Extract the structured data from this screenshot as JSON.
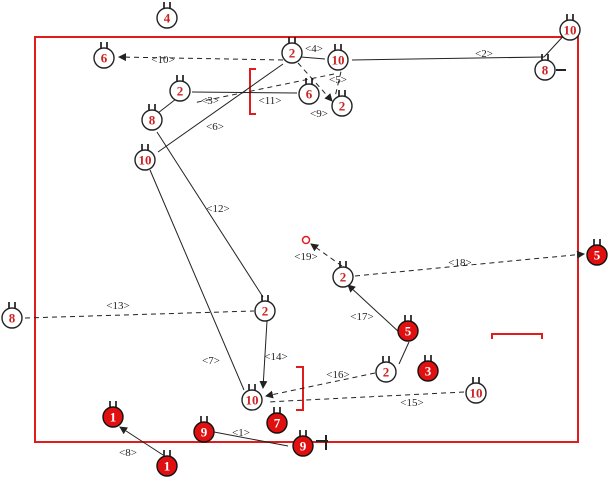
{
  "field": {
    "border_color": "#e01c1c"
  },
  "colors": {
    "line": "#222222",
    "red_player": "#e01010",
    "red_text": "#cc2222"
  },
  "players": [
    {
      "id": "p-top4",
      "n": "4",
      "style": "open"
    },
    {
      "id": "p-tl6",
      "n": "6",
      "style": "open"
    },
    {
      "id": "p-top2",
      "n": "2",
      "style": "open"
    },
    {
      "id": "p-top10",
      "n": "10",
      "style": "open"
    },
    {
      "id": "p-r10",
      "n": "10",
      "style": "open"
    },
    {
      "id": "p-r8",
      "n": "8",
      "style": "open"
    },
    {
      "id": "p-2a",
      "n": "2",
      "style": "open"
    },
    {
      "id": "p-8a",
      "n": "8",
      "style": "open"
    },
    {
      "id": "p-6b",
      "n": "6",
      "style": "open"
    },
    {
      "id": "p-2b",
      "n": "2",
      "style": "open"
    },
    {
      "id": "p-10a",
      "n": "10",
      "style": "open"
    },
    {
      "id": "p-2mid",
      "n": "2",
      "style": "open"
    },
    {
      "id": "p-5r",
      "n": "5",
      "style": "filled"
    },
    {
      "id": "p-8left",
      "n": "8",
      "style": "open"
    },
    {
      "id": "p-2c",
      "n": "2",
      "style": "open"
    },
    {
      "id": "p-5m",
      "n": "5",
      "style": "filled"
    },
    {
      "id": "p-3",
      "n": "3",
      "style": "filled"
    },
    {
      "id": "p-2d",
      "n": "2",
      "style": "open"
    },
    {
      "id": "p-10b",
      "n": "10",
      "style": "open"
    },
    {
      "id": "p-10c",
      "n": "10",
      "style": "open"
    },
    {
      "id": "p-1a",
      "n": "1",
      "style": "filled"
    },
    {
      "id": "p-9a",
      "n": "9",
      "style": "filled"
    },
    {
      "id": "p-7",
      "n": "7",
      "style": "filled"
    },
    {
      "id": "p-9b",
      "n": "9",
      "style": "filled"
    },
    {
      "id": "p-1b",
      "n": "1",
      "style": "filled"
    }
  ],
  "labels": {
    "l1": "<1>",
    "l2": "<2>",
    "l3": "<3>",
    "l4": "<4>",
    "l5": "<5>",
    "l6": "<6>",
    "l7": "<7>",
    "l8": "<8>",
    "l9": "<9>",
    "l10": "<10>",
    "l11": "<11>",
    "l12": "<12>",
    "l13": "<13>",
    "l14": "<14>",
    "l15": "<15>",
    "l16": "<16>",
    "l17": "<17>",
    "l18": "<18>",
    "l19": "<19>"
  }
}
